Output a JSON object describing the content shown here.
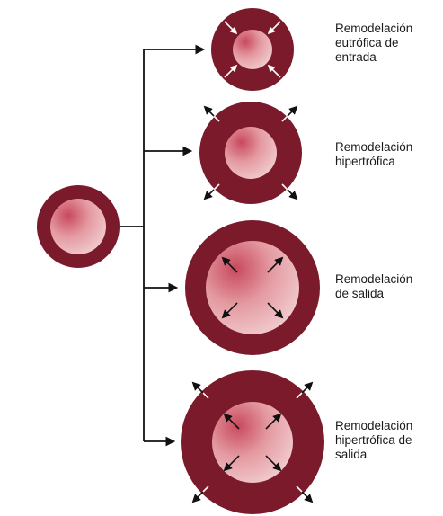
{
  "labels": {
    "eutrophic_inward": "Remodelación\neutrófica de\nentrada",
    "hypertrophic": "Remodelación\nhipertrófica",
    "outward": "Remodelación\nde salida",
    "hypertrophic_outward": "Remodelación\nhipertrófica de\nsalida"
  },
  "colors": {
    "vessel_wall": "#7a1a2a",
    "lumen_deep": "#c8495e",
    "lumen_light": "#f3d4d6",
    "connector": "#111111",
    "wall_arrow": "#ffffff",
    "lumen_arrow": "#111111"
  }
}
